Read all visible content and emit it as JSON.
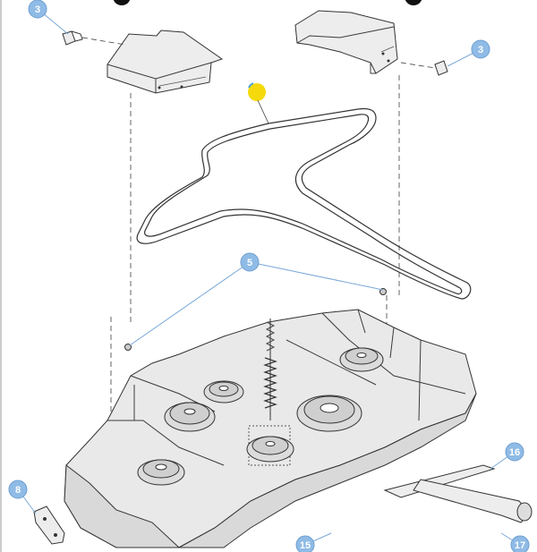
{
  "callouts": {
    "c3_left": {
      "label": "3",
      "color": "#8fbbe6"
    },
    "c3_right": {
      "label": "3",
      "color": "#8fbbe6"
    },
    "c5": {
      "label": "5",
      "color": "#8fbbe6"
    },
    "c8": {
      "label": "8",
      "color": "#8fbbe6"
    },
    "c15": {
      "label": "15",
      "color": "#8fbbe6"
    },
    "c16": {
      "label": "16",
      "color": "#8fbbe6"
    },
    "c17": {
      "label": "17",
      "color": "#8fbbe6"
    }
  },
  "highlight_marker": {
    "color": "#f5d90a"
  }
}
